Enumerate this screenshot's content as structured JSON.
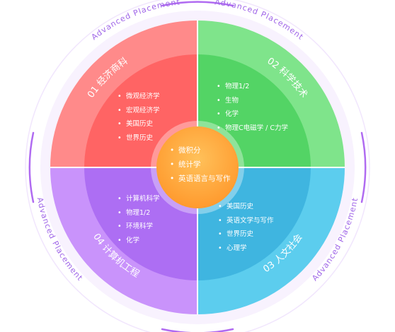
{
  "ring_text": "Advanced  Placement",
  "colors": {
    "q1_outer": "#ff8a8a",
    "q1_inner": "#ff6464",
    "q2_outer": "#7fe48b",
    "q2_inner": "#53d465",
    "q3_outer": "#5ccdee",
    "q3_inner": "#3fb5e0",
    "q4_outer": "#c993fb",
    "q4_inner": "#ad6ef3",
    "center_light": "#ffc15a",
    "center_dark": "#ff9a2e",
    "ring_accent": "#b06bf1"
  },
  "quadrants": [
    {
      "id": "q1",
      "title": "01 经济商科",
      "items": [
        "微观经济学",
        "宏观经济学",
        "美国历史",
        "世界历史"
      ]
    },
    {
      "id": "q2",
      "title": "02 科学技术",
      "items": [
        "物理1/2",
        "生物",
        "化学",
        "物理C电磁学 / C力学"
      ]
    },
    {
      "id": "q3",
      "title": "03 人文社会",
      "items": [
        "美国历史",
        "英语文学与写作",
        "世界历史",
        "心理学"
      ]
    },
    {
      "id": "q4",
      "title": "04 计算机工程",
      "items": [
        "计算机科学",
        "物理1/2",
        "环境科学",
        "化学"
      ]
    }
  ],
  "center": {
    "items": [
      "微积分",
      "统计学",
      "英语语言与写作"
    ]
  }
}
